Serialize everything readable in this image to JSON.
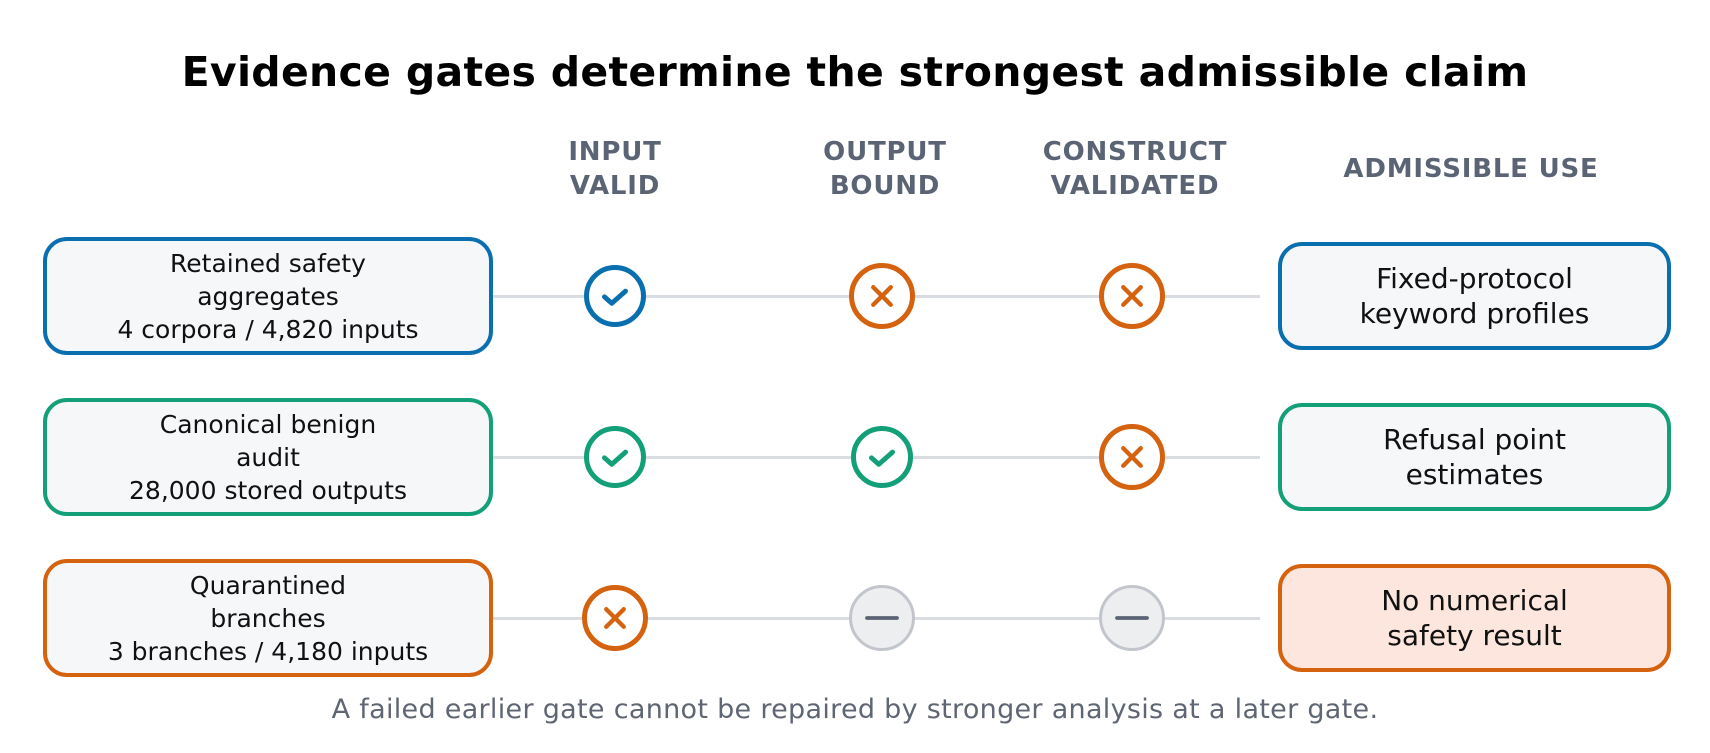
{
  "title": "Evidence gates determine the strongest admissible claim",
  "columns": {
    "input_valid": [
      "INPUT",
      "VALID"
    ],
    "output_bound": [
      "OUTPUT",
      "BOUND"
    ],
    "construct_validated": [
      "CONSTRUCT",
      "VALIDATED"
    ],
    "admissible_use": "ADMISSIBLE USE"
  },
  "status_legend": {
    "pass": "check-icon",
    "fail": "cross-icon",
    "na": "dash-icon"
  },
  "rows": [
    {
      "source_lines": [
        "Retained safety",
        "aggregates",
        "4 corpora / 4,820 inputs"
      ],
      "gates": [
        "pass",
        "fail",
        "fail"
      ],
      "use_lines": [
        "Fixed-protocol",
        "keyword profiles"
      ],
      "color": "#0a6fae",
      "use_fill": "#f6f7f9"
    },
    {
      "source_lines": [
        "Canonical benign",
        "audit",
        "28,000 stored outputs"
      ],
      "gates": [
        "pass",
        "pass",
        "fail"
      ],
      "use_lines": [
        "Refusal point",
        "estimates"
      ],
      "color": "#139f77",
      "use_fill": "#f6f7f9"
    },
    {
      "source_lines": [
        "Quarantined",
        "branches",
        "3 branches / 4,180 inputs"
      ],
      "gates": [
        "fail",
        "na",
        "na"
      ],
      "use_lines": [
        "No numerical",
        "safety result"
      ],
      "color": "#d4620e",
      "use_fill": "#fde6de"
    }
  ],
  "colors": {
    "fail": "#d4620e",
    "na_stroke": "#c2c6cc",
    "na_fill": "#eceef0",
    "na_mark": "#5b6474",
    "box_fill": "#f6f7f9",
    "connector": "#d9dde2"
  },
  "footnote": "A failed earlier gate cannot be repaired by stronger analysis at a later gate."
}
